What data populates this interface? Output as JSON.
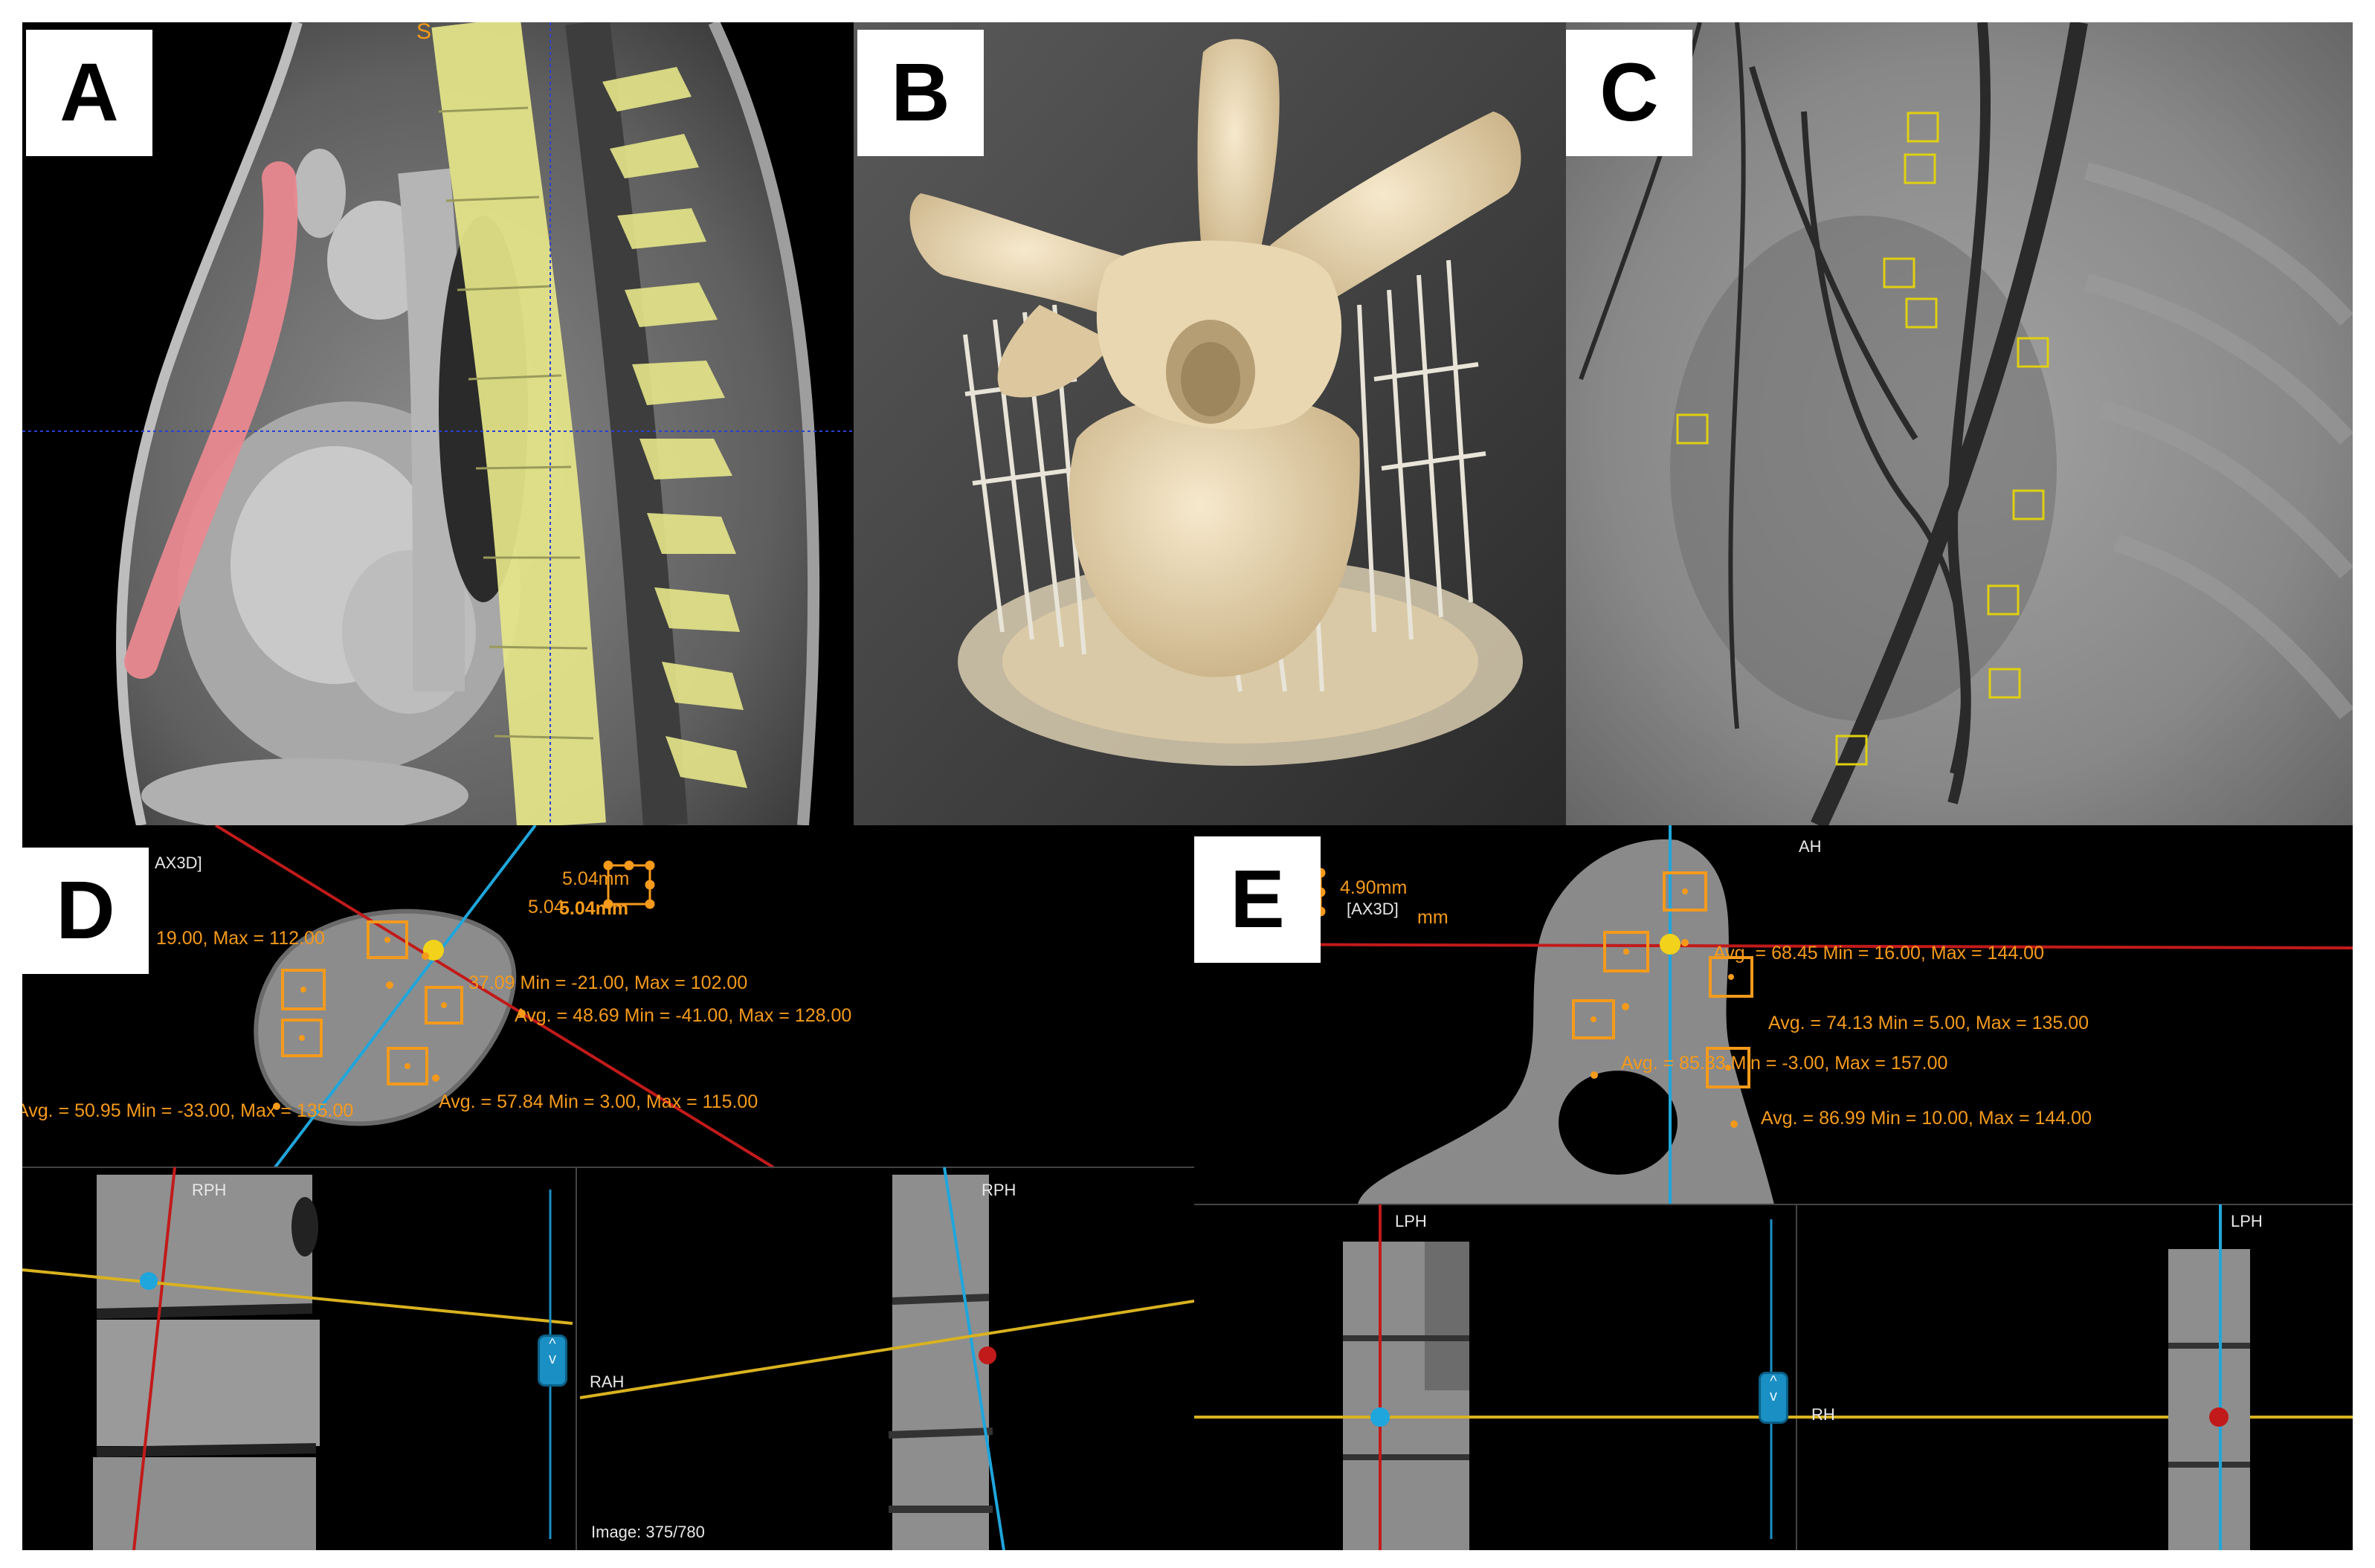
{
  "panels": {
    "A": {
      "label": "A",
      "marker": "S"
    },
    "B": {
      "label": "B"
    },
    "C": {
      "label": "C"
    },
    "D": {
      "label": "D",
      "view_tag": "AX3D]",
      "measure_1": "5.04mm",
      "measure_2": "5.04",
      "measure_3": "5.04mm",
      "stats": [
        "19.00, Max = 112.00",
        "37.09 Min = -21.00, Max = 102.00",
        "Avg.  = 48.69 Min = -41.00, Max = 128.00",
        "Avg.  = 50.95 Min = -33.00, Max = 135.00",
        "Avg.  = 57.84 Min = 3.00, Max = 115.00"
      ],
      "orient_top_left": "RPH",
      "orient_right": "RAH",
      "orient_top_right": "RPH",
      "image_counter": "Image: 375/780",
      "slider_up": "^",
      "slider_down": "v"
    },
    "E": {
      "label": "E",
      "orient_top": "AH",
      "measure_1": "4.90mm",
      "measure_2": "[AX3D]",
      "measure_3": "mm",
      "stats": [
        "Avg.  = 68.45 Min = 16.00, Max = 144.00",
        "Avg.  = 74.13 Min = 5.00, Max = 135.00",
        "Avg.  = 85.33 Min = -3.00, Max = 157.00",
        "Avg.  = 86.99 Min = 10.00, Max = 144.00"
      ],
      "orient_top_left": "LPH",
      "orient_right": "RH",
      "orient_top_right": "LPH",
      "slider_up": "^",
      "slider_down": "v"
    }
  },
  "colors": {
    "stat_orange": "#f59a1b",
    "sternum_pink": "#e8888f",
    "spine_yellow": "#e6e68a",
    "model_cream": "#efdfbf",
    "roi_yellow": "#e0d010",
    "crosshair_red": "#c21a1a",
    "crosshair_blue": "#1fa6dc",
    "crosshair_yellow": "#d9b21f"
  }
}
